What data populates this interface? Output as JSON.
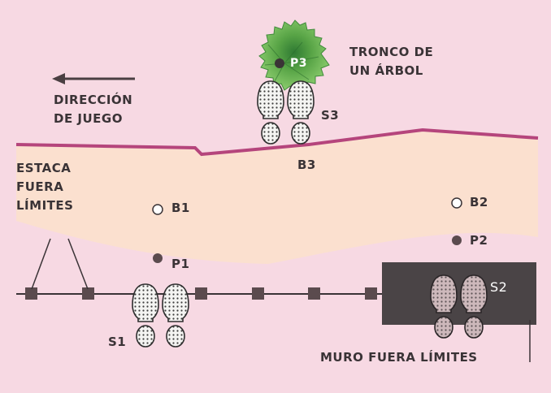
{
  "labels": {
    "tree_line1": "TRONCO DE",
    "tree_line2": "UN ÁRBOL",
    "direction_line1": "DIRECCIÓN",
    "direction_line2": "DE JUEGO",
    "stake_line1": "ESTACA",
    "stake_line2": "FUERA",
    "stake_line3": "LÍMITES",
    "wall": "MURO FUERA LÍMITES",
    "p1": "P1",
    "p2": "P2",
    "p3": "P3",
    "b1": "B1",
    "b2": "B2",
    "b3": "B3",
    "s1": "S1",
    "s2": "S2",
    "s3": "S3"
  },
  "colors": {
    "background": "#f7d9e3",
    "fairway_band": "#fbe0cf",
    "boundary_line": "#b5457c",
    "wall": "#4a4446",
    "tree": "#62ad4a",
    "text": "#3a3336"
  }
}
